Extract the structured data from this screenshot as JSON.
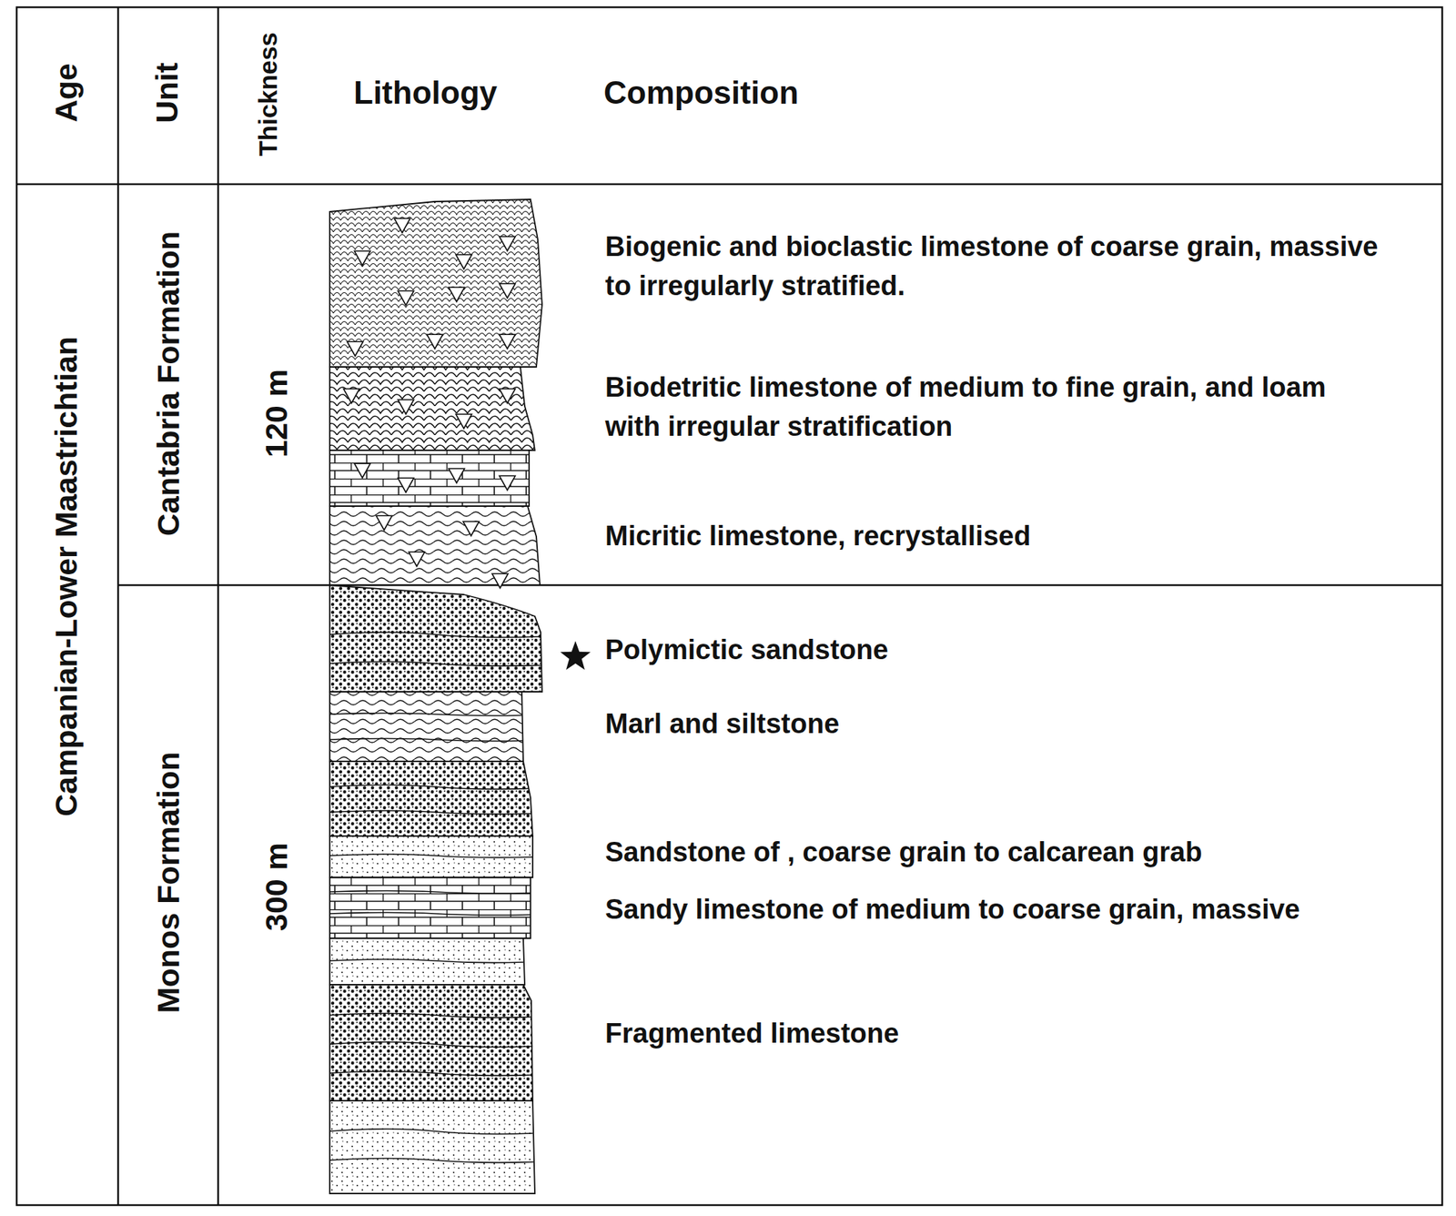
{
  "diagram": {
    "labels": [
      "Age",
      "Unit",
      "Thickness",
      "Lithology",
      "Composition",
      "Campanian-Lower Maastrichtian",
      "Cantabria Formation",
      "120 m",
      "Monos Formation",
      "300 m",
      "Biogenic and bioclastic limestone of coarse grain, massive to irregularly stratified.",
      "Biodetritic limestone of medium to fine grain, and loam with irregular stratification",
      "Micritic limestone, recrystallised",
      "Polymictic sandstone",
      "Marl and siltstone",
      "Sandstone of , coarse grain to calcarean grab",
      "Sandy limestone of medium to coarse grain, massive",
      "Fragmented limestone"
    ]
  }
}
